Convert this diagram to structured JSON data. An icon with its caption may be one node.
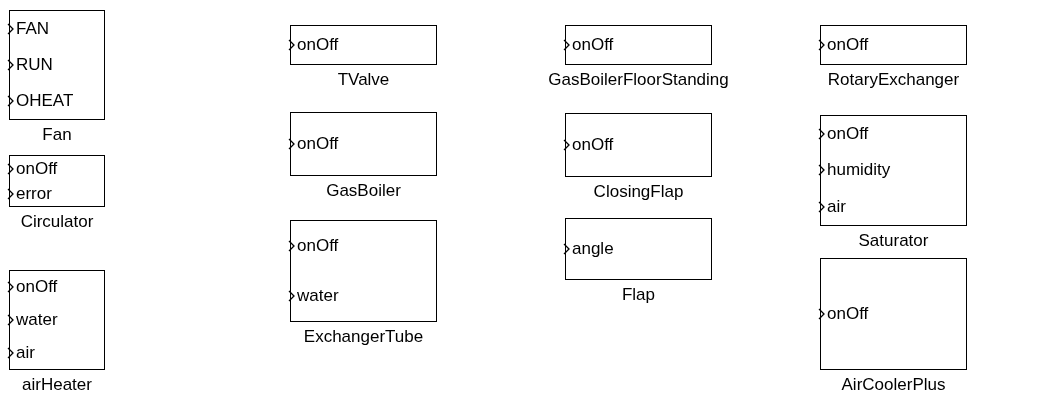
{
  "diagram": {
    "nodes": [
      {
        "text": [
          "FAN",
          "RUN",
          "OHEAT"
        ],
        "beside": [
          "Fan"
        ]
      },
      {
        "text": [
          "onOff",
          "error"
        ],
        "beside": [
          "Circulator"
        ]
      },
      {
        "text": [
          "onOff",
          "water",
          "air"
        ],
        "beside": [
          "airHeater"
        ]
      },
      {
        "text": [
          "onOff"
        ],
        "beside": [
          "TValve"
        ]
      },
      {
        "text": [
          "onOff"
        ],
        "beside": [
          "GasBoiler"
        ]
      },
      {
        "text": [
          "onOff",
          "water"
        ],
        "beside": [
          "ExchangerTube"
        ]
      },
      {
        "text": [
          "onOff"
        ],
        "beside": [
          "GasBoilerFloorStanding"
        ]
      },
      {
        "text": [
          "onOff"
        ],
        "beside": [
          "ClosingFlap"
        ]
      },
      {
        "text": [
          "angle"
        ],
        "beside": [
          "Flap"
        ]
      },
      {
        "text": [
          "onOff"
        ],
        "beside": [
          "RotaryExchanger"
        ]
      },
      {
        "text": [
          "onOff",
          "humidity",
          "air"
        ],
        "beside": [
          "Saturator"
        ]
      },
      {
        "text": [
          "onOff"
        ],
        "beside": [
          "AirCoolerPlus"
        ]
      }
    ]
  }
}
